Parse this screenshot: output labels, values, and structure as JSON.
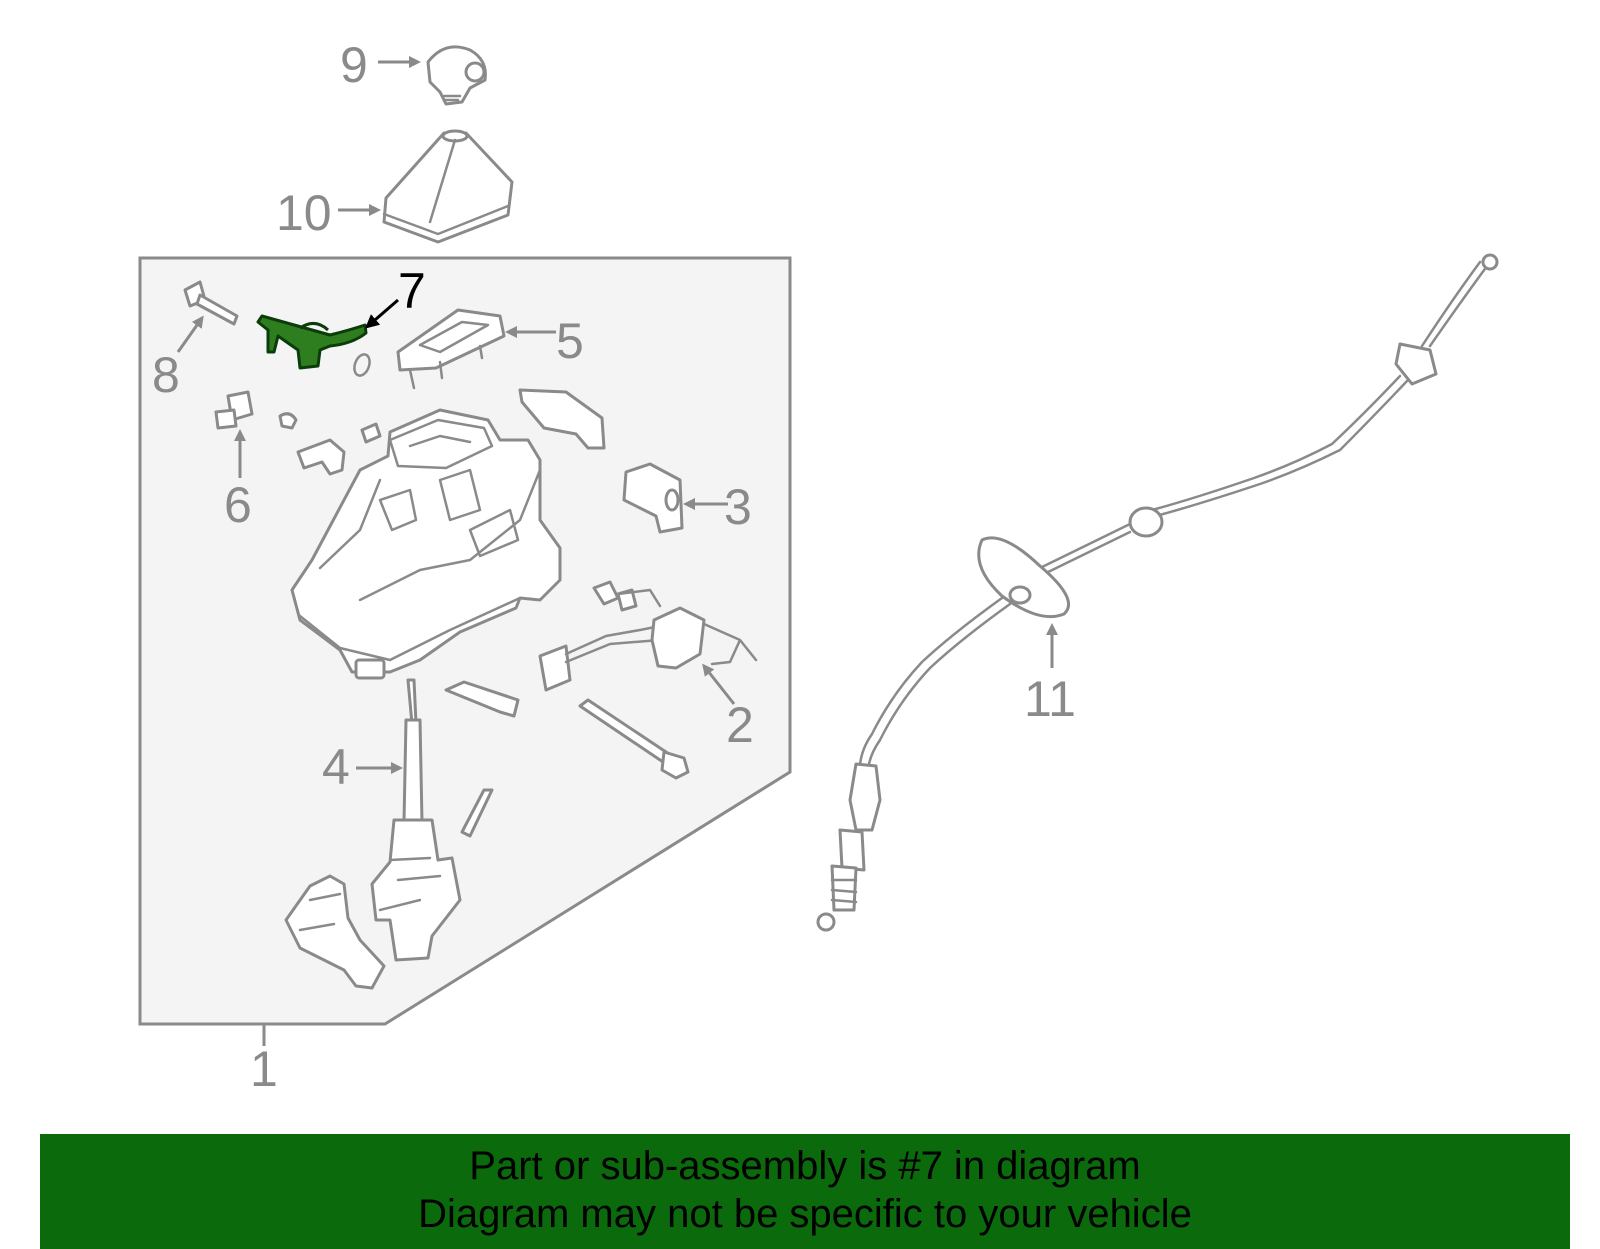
{
  "callouts": {
    "c1": "1",
    "c2": "2",
    "c3": "3",
    "c4": "4",
    "c5": "5",
    "c6": "6",
    "c7": "7",
    "c8": "8",
    "c9": "9",
    "c10": "10",
    "c11": "11"
  },
  "highlighted_part": "7",
  "colors": {
    "highlight": "#2e7d1f",
    "banner_background": "#0b6a0b",
    "line_gray": "#8a8a8a",
    "panel_fill": "#f4f4f4"
  },
  "banner": {
    "line1": "Part or sub-assembly is #7 in diagram",
    "line2": "Diagram may not be specific to your vehicle"
  }
}
